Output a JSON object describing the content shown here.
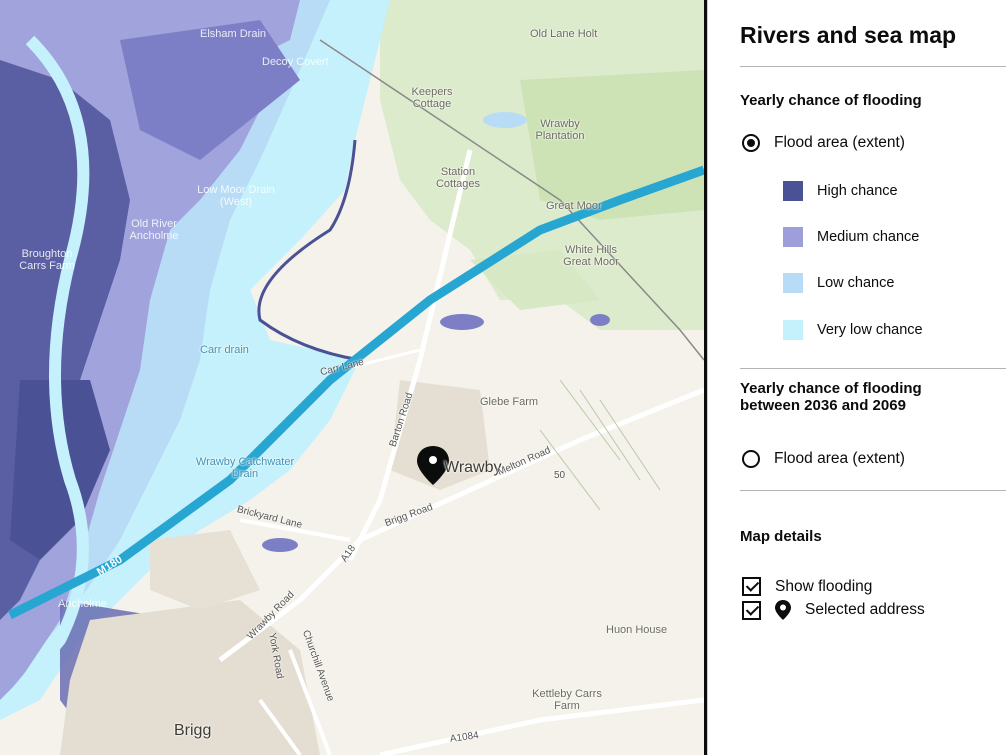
{
  "panel": {
    "title": "Rivers and sea map",
    "section_current": {
      "heading": "Yearly chance of flooding",
      "option_label": "Flood area (extent)",
      "option_selected": true,
      "legend": [
        {
          "label": "High chance",
          "color": "#4a5194"
        },
        {
          "label": "Medium chance",
          "color": "#9e9fda"
        },
        {
          "label": "Low chance",
          "color": "#b9dcf6"
        },
        {
          "label": "Very low chance",
          "color": "#c4f1fb"
        }
      ]
    },
    "section_future": {
      "heading_line1": "Yearly chance of flooding",
      "heading_line2": "between 2036 and 2069",
      "option_label": "Flood area (extent)",
      "option_selected": false
    },
    "map_details": {
      "heading": "Map details",
      "show_flooding_label": "Show flooding",
      "show_flooding_checked": true,
      "selected_address_label": "Selected address",
      "selected_address_checked": true
    }
  },
  "map": {
    "labels": {
      "elsham_drain": "Elsham Drain",
      "decoy_covert": "Decoy Covert",
      "old_lane_holt": "Old Lane Holt",
      "keepers_cottage": "Keepers Cottage",
      "wrawby_plantation": "Wrawby Plantation",
      "station_cottages": "Station Cottages",
      "low_moor_drain": "Low Moor Drain (West)",
      "old_river_ancholme": "Old River Ancholme",
      "broughton_carrs_farm": "Broughton Carrs Farm",
      "great_moor": "Great Moor",
      "white_hills_great_moor": "White Hills Great Moor",
      "carr_drain": "Carr drain",
      "carr_lane": "Carr Lane",
      "barton_road": "Barton Road",
      "glebe_farm": "Glebe Farm",
      "wrawby": "Wrawby",
      "melton_road": "Melton Road",
      "wrawby_catchwater_drain": "Wrawby Catchwater Drain",
      "brickyard_lane": "Brickyard Lane",
      "brigg_road": "Brigg Road",
      "m180": "M180",
      "a18": "A18",
      "ancholme": "Ancholme",
      "wrawby_road": "Wrawby Road",
      "york_road": "York Road",
      "churchill_avenue": "Churchill Avenue",
      "huon_house": "Huon House",
      "kettleby_carrs_farm": "Kettleby Carrs Farm",
      "brigg": "Brigg",
      "a1084": "A1084",
      "number_50": "50"
    },
    "colors": {
      "land": "#f4f2ea",
      "woodland": "#d9ebc9",
      "motorway": "#27a6d2",
      "road": "#ffffff",
      "pin": "#0b0c0c"
    }
  }
}
